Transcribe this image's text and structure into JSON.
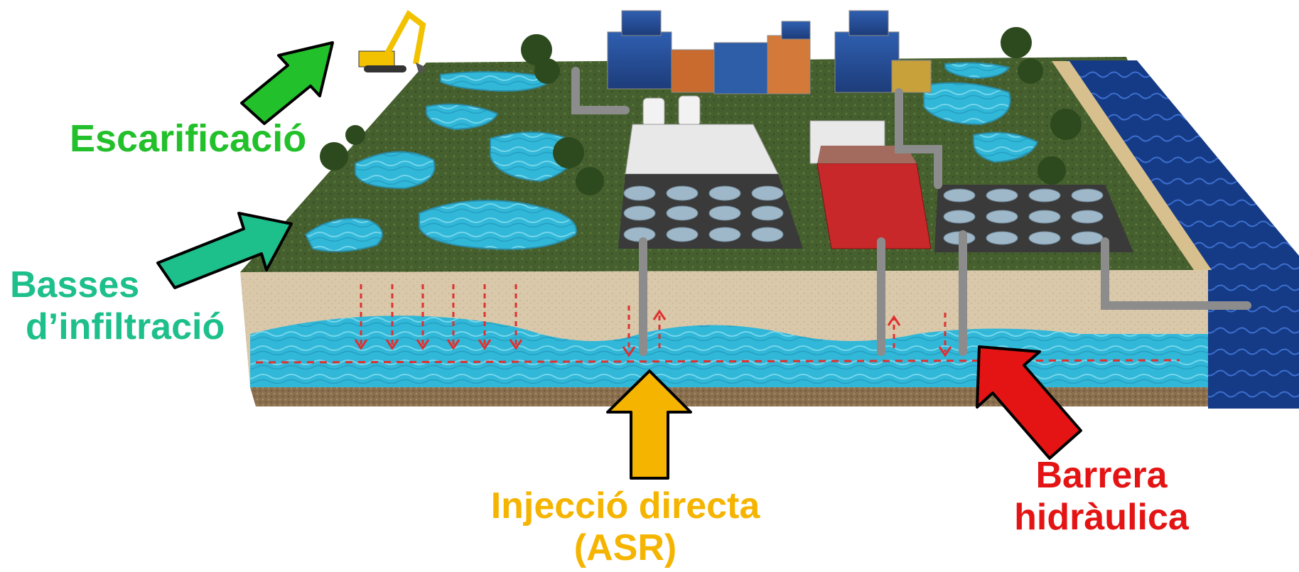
{
  "colors": {
    "escarificacio": "#22c02a",
    "basses": "#1dbf8a",
    "injeccio": "#f5b400",
    "barrera": "#e41414",
    "water": "#2fb6d6",
    "grass": "#3f5e2c",
    "soil": "#d8c6a8",
    "sea": "#14337a",
    "flow_arrows": "#e03030"
  },
  "labels": {
    "escarificacio": "Escarificació",
    "basses_line1": "Basses",
    "basses_line2": "d’infiltració",
    "injeccio_line1": "Injecció directa",
    "injeccio_line2": "(ASR)",
    "barrera_line1": "Barrera",
    "barrera_line2": "hidràulica"
  },
  "icons": {
    "escarificacio_arrow": "green-arrow",
    "basses_arrow": "teal-arrow",
    "injeccio_arrow": "yellow-arrow",
    "barrera_arrow": "red-arrow",
    "excavator": "excavator-icon"
  }
}
